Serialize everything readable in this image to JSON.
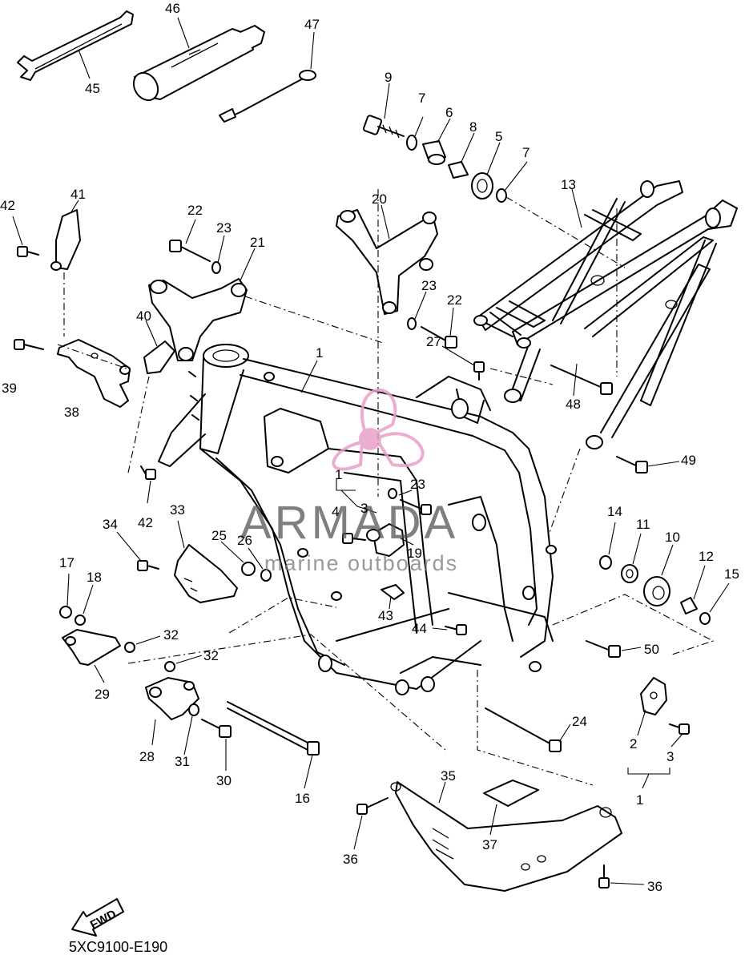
{
  "diagram": {
    "code": "5XC9100-E190",
    "fwd_label": "FWD",
    "watermark": {
      "title": "ARMADA",
      "subtitle": "marine outboards",
      "logo_color": "#e8a0c8"
    }
  },
  "callouts": [
    {
      "id": "c45",
      "label": "45"
    },
    {
      "id": "c46",
      "label": "46"
    },
    {
      "id": "c47",
      "label": "47"
    },
    {
      "id": "c9",
      "label": "9"
    },
    {
      "id": "c7a",
      "label": "7"
    },
    {
      "id": "c6",
      "label": "6"
    },
    {
      "id": "c8",
      "label": "8"
    },
    {
      "id": "c5",
      "label": "5"
    },
    {
      "id": "c7b",
      "label": "7"
    },
    {
      "id": "c13",
      "label": "13"
    },
    {
      "id": "c42a",
      "label": "42"
    },
    {
      "id": "c41",
      "label": "41"
    },
    {
      "id": "c22a",
      "label": "22"
    },
    {
      "id": "c23a",
      "label": "23"
    },
    {
      "id": "c21",
      "label": "21"
    },
    {
      "id": "c20",
      "label": "20"
    },
    {
      "id": "c23b",
      "label": "23"
    },
    {
      "id": "c22b",
      "label": "22"
    },
    {
      "id": "c40",
      "label": "40"
    },
    {
      "id": "c1a",
      "label": "1"
    },
    {
      "id": "c27",
      "label": "27"
    },
    {
      "id": "c39",
      "label": "39"
    },
    {
      "id": "c38",
      "label": "38"
    },
    {
      "id": "c48",
      "label": "48"
    },
    {
      "id": "c49",
      "label": "49"
    },
    {
      "id": "c1b",
      "label": "1"
    },
    {
      "id": "c23c",
      "label": "23"
    },
    {
      "id": "c42b",
      "label": "42"
    },
    {
      "id": "c33",
      "label": "33"
    },
    {
      "id": "c4",
      "label": "4"
    },
    {
      "id": "c3a",
      "label": "3"
    },
    {
      "id": "c34",
      "label": "34"
    },
    {
      "id": "c25",
      "label": "25"
    },
    {
      "id": "c26",
      "label": "26"
    },
    {
      "id": "c19",
      "label": "19"
    },
    {
      "id": "c14",
      "label": "14"
    },
    {
      "id": "c11",
      "label": "11"
    },
    {
      "id": "c10",
      "label": "10"
    },
    {
      "id": "c12",
      "label": "12"
    },
    {
      "id": "c15",
      "label": "15"
    },
    {
      "id": "c17",
      "label": "17"
    },
    {
      "id": "c18",
      "label": "18"
    },
    {
      "id": "c32a",
      "label": "32"
    },
    {
      "id": "c43",
      "label": "43"
    },
    {
      "id": "c44",
      "label": "44"
    },
    {
      "id": "c50",
      "label": "50"
    },
    {
      "id": "c32b",
      "label": "32"
    },
    {
      "id": "c29",
      "label": "29"
    },
    {
      "id": "c24",
      "label": "24"
    },
    {
      "id": "c2",
      "label": "2"
    },
    {
      "id": "c3b",
      "label": "3"
    },
    {
      "id": "c28",
      "label": "28"
    },
    {
      "id": "c31",
      "label": "31"
    },
    {
      "id": "c30",
      "label": "30"
    },
    {
      "id": "c16",
      "label": "16"
    },
    {
      "id": "c1c",
      "label": "1"
    },
    {
      "id": "c35",
      "label": "35"
    },
    {
      "id": "c36a",
      "label": "36"
    },
    {
      "id": "c37",
      "label": "37"
    },
    {
      "id": "c36b",
      "label": "36"
    }
  ]
}
